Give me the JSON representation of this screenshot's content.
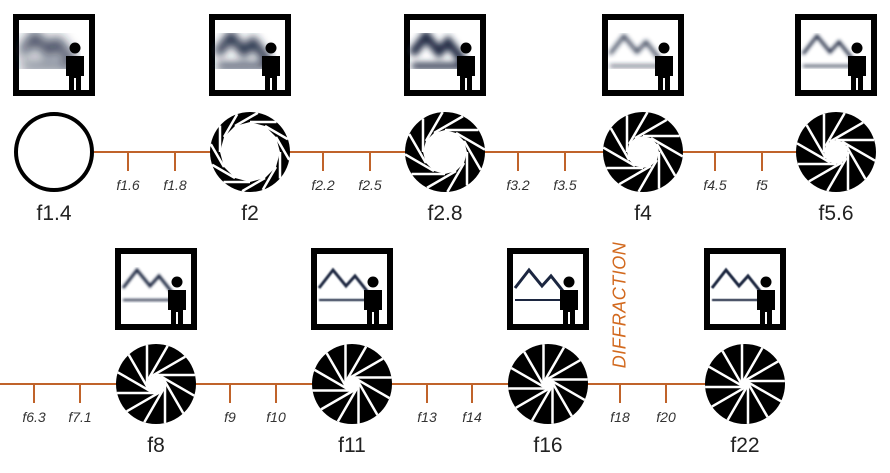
{
  "colors": {
    "timeline": "#c0632a",
    "diffraction": "#d2691e",
    "icon": "#000000"
  },
  "rows": [
    {
      "main_stops": [
        "f1.4",
        "f2",
        "f2.8",
        "f4",
        "f5.6"
      ],
      "minor_stops": [
        "f1.6",
        "f1.8",
        "f2.2",
        "f2.5",
        "f3.2",
        "f3.5",
        "f4.5",
        "f5"
      ]
    },
    {
      "main_stops": [
        "f8",
        "f11",
        "f16",
        "f22"
      ],
      "minor_stops": [
        "f6.3",
        "f7.1",
        "f9",
        "f10",
        "f13",
        "f14",
        "f18",
        "f20"
      ]
    }
  ],
  "diffraction_label": "DIFFRACTION"
}
